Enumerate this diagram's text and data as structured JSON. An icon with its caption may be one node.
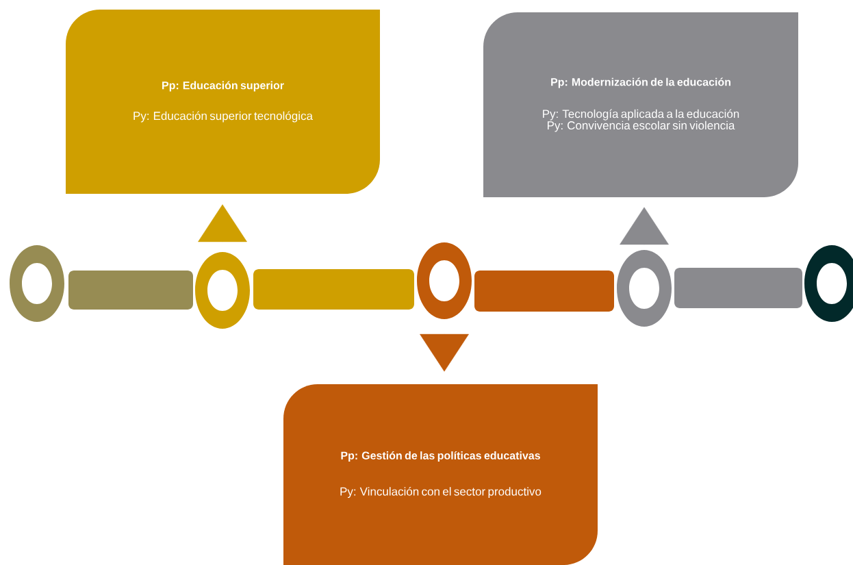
{
  "diagram": {
    "nodes": [
      {
        "text": [
          "Pp: Educación superior",
          "Py: Educación superior tecnológica"
        ]
      },
      {
        "text": [
          "Pp: Modernización de la educación",
          "Py: Tecnología aplicada a la educación",
          "Py: Convivencia escolar sin violencia"
        ]
      },
      {
        "text": [],
        "shape": "circle"
      },
      {
        "text": [],
        "shape": "bar"
      },
      {
        "text": [],
        "shape": "circle"
      },
      {
        "text": [],
        "shape": "bar"
      },
      {
        "text": [],
        "shape": "circle"
      },
      {
        "text": [],
        "shape": "bar"
      },
      {
        "text": [],
        "shape": "circle"
      },
      {
        "text": [],
        "shape": "bar"
      },
      {
        "text": [],
        "shape": "circle"
      },
      {
        "text": [
          "Pp: Gestión de las políticas educativas",
          "Py: Vinculación con el sector productivo"
        ]
      }
    ],
    "edges": [
      {
        "from": 4,
        "to": 0,
        "arrow": "to",
        "color": "#cf9f00"
      },
      {
        "from": 8,
        "to": 1,
        "arrow": "to",
        "color": "#8a8a8e"
      },
      {
        "from": 6,
        "to": 11,
        "arrow": "to",
        "color": "#c05a0a"
      }
    ]
  }
}
